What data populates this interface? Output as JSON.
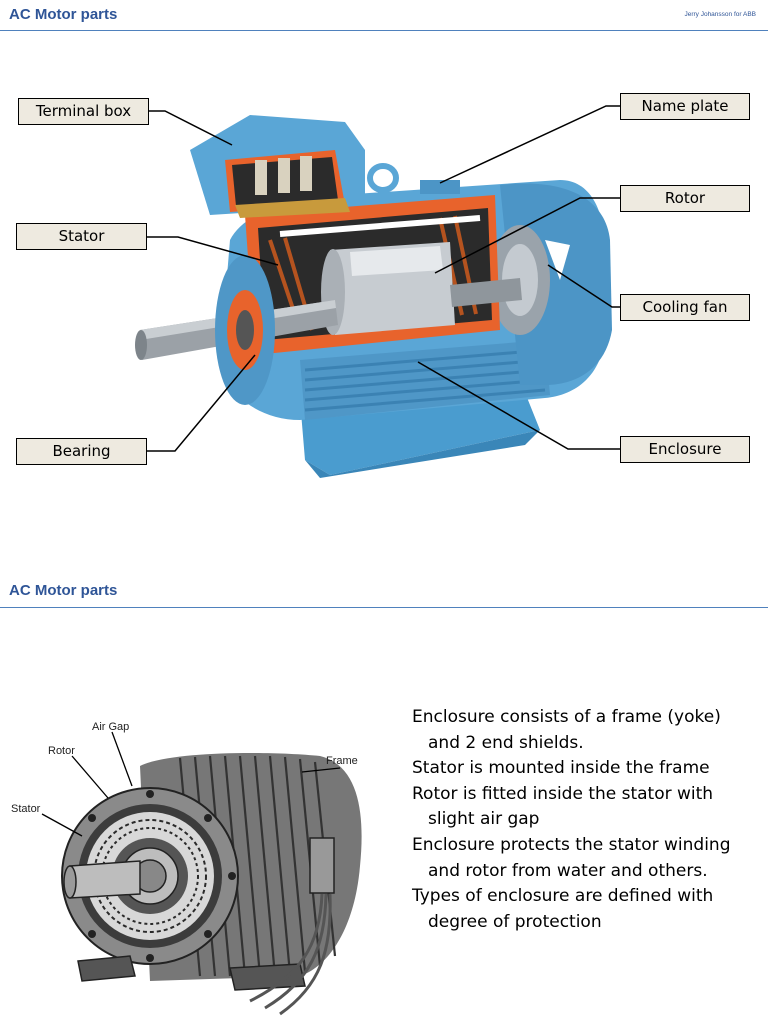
{
  "slide1": {
    "title": "AC Motor parts",
    "credit": "Jerry Johansson for ABB",
    "callouts": {
      "terminal_box": "Terminal box",
      "stator": "Stator",
      "bearing": "Bearing",
      "name_plate": "Name plate",
      "rotor": "Rotor",
      "cooling_fan": "Cooling fan",
      "enclosure": "Enclosure"
    }
  },
  "slide2": {
    "title": "AC Motor parts",
    "diagram_labels": {
      "air_gap": "Air Gap",
      "rotor": "Rotor",
      "stator": "Stator",
      "frame": "Frame"
    },
    "bullets": [
      {
        "line1": "Enclosure consists of a frame (yoke)",
        "line2": "and 2 end shields."
      },
      {
        "line1": "Stator is mounted inside the frame",
        "line2": ""
      },
      {
        "line1": "Rotor is fitted inside the stator with",
        "line2": "slight air gap"
      },
      {
        "line1": "Enclosure protects the stator winding",
        "line2": "and rotor from water and others."
      },
      {
        "line1": "Types of enclosure are defined with",
        "line2": "degree of protection"
      }
    ]
  },
  "colors": {
    "title": "#2f5597",
    "rule": "#4f81bd",
    "motor_blue": "#5aa6d6",
    "motor_orange": "#e8632c",
    "callout_bg": "#eeeae0"
  }
}
